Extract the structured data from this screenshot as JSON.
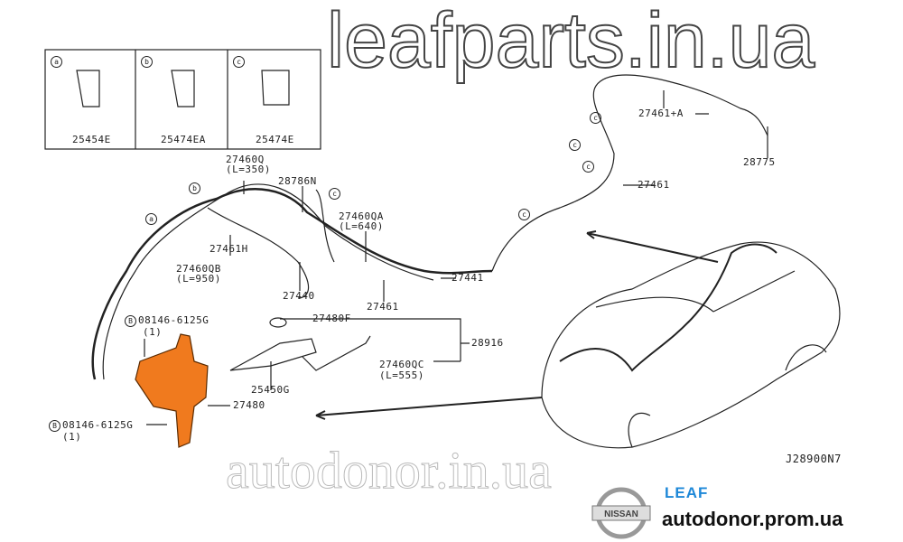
{
  "diagram_code": "J28900N7",
  "inset": {
    "panels": [
      {
        "marker": "a",
        "part": "25454E"
      },
      {
        "marker": "b",
        "part": "25474EA"
      },
      {
        "marker": "c",
        "part": "25474E"
      }
    ]
  },
  "labels": {
    "p27460Q": "27460Q",
    "p27460Q_len": "(L=350)",
    "p28786N": "28786N",
    "p27460QA": "27460QA",
    "p27460QA_len": "(L=640)",
    "p27461H": "27461H",
    "p27460QB": "27460QB",
    "p27460QB_len": "(L=950)",
    "p27440": "27440",
    "p27461_lower": "27461",
    "p27441": "27441",
    "p27480F": "27480F",
    "p28916": "28916",
    "p27460QC": "27460QC",
    "p27460QC_len": "(L=555)",
    "p25450G": "25450G",
    "p27480": "27480",
    "bolt_marker": "B",
    "bolt1": "08146-6125G",
    "bolt1_qty": "(1)",
    "bolt2": "08146-6125G",
    "bolt2_qty": "(1)",
    "p27461A": "27461+A",
    "p28775": "28775",
    "p27461_upper": "27461",
    "marker_a": "a",
    "marker_b": "b",
    "marker_c": "c"
  },
  "watermarks": {
    "top": "leafparts.in.ua",
    "bottom": "autodonor.in.ua"
  },
  "branding": {
    "logo_text": "NISSAN",
    "model": "LEAF",
    "site": "autodonor.prom.ua"
  },
  "colors": {
    "tank": "#f07a1e",
    "leaf": "#1e88d8"
  }
}
